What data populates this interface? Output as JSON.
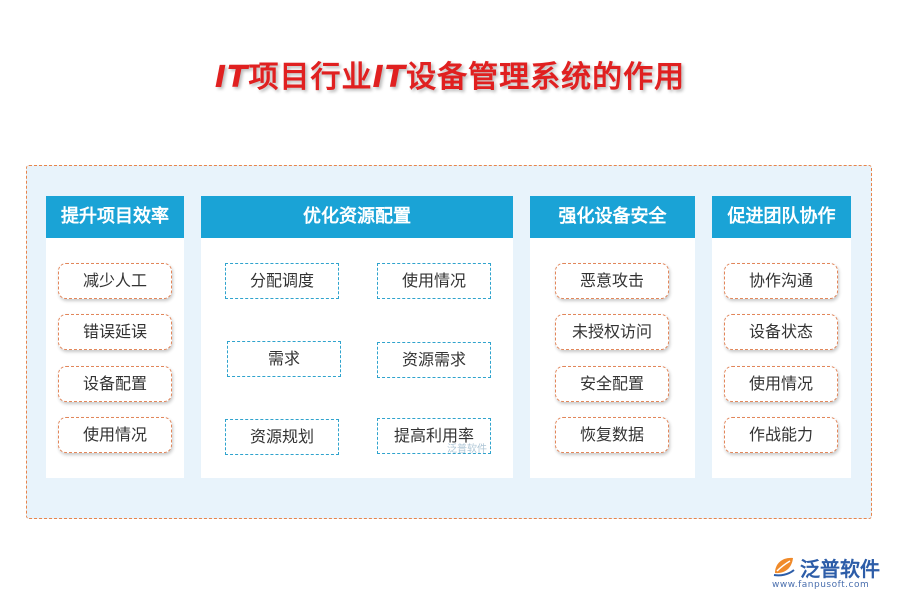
{
  "title": {
    "prefix": "IT",
    "part1": "项目行业",
    "mid": "IT",
    "part2": "设备管理系统的作用"
  },
  "colors": {
    "title": "#e02020",
    "header": "#1aa3d6",
    "panel": "#e8f3fb",
    "pill_border": "#e2865a",
    "box_border": "#2fa3cd"
  },
  "columns": [
    {
      "title": "提升项目效率",
      "items": [
        "减少人工",
        "错误延误",
        "设备配置",
        "使用情况"
      ]
    },
    {
      "title": "优化资源配置",
      "items": [
        "分配调度",
        "使用情况",
        "需求",
        "资源需求",
        "资源规划",
        "提高利用率"
      ]
    },
    {
      "title": "强化设备安全",
      "items": [
        "恶意攻击",
        "未授权访问",
        "安全配置",
        "恢复数据"
      ]
    },
    {
      "title": "促进团队协作",
      "items": [
        "协作沟通",
        "设备状态",
        "使用情况",
        "作战能力"
      ]
    }
  ],
  "brand": {
    "name": "泛普软件",
    "url": "www.fanpusoft.com",
    "watermark": "泛普软件",
    "logo_icon": "leaf-icon"
  }
}
